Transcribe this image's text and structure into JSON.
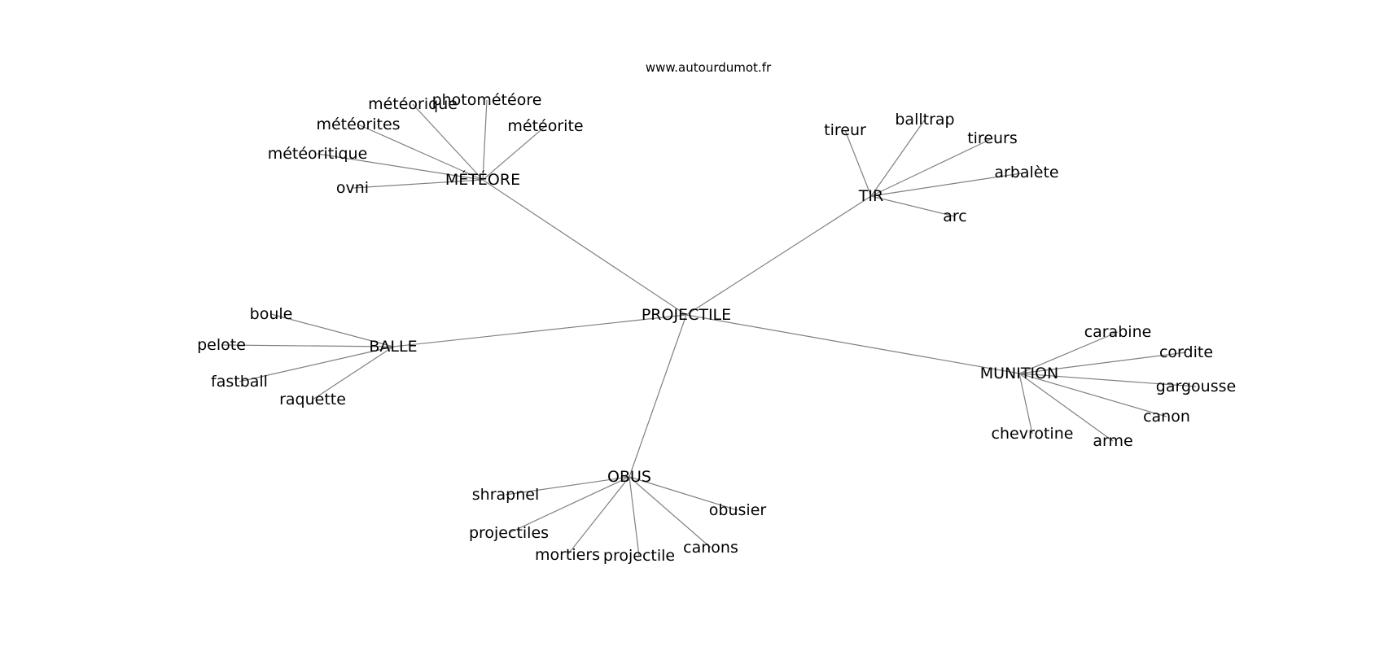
{
  "site": "www.autourdumot.fr",
  "graph": {
    "center": "PROJECTILE",
    "clusters": [
      {
        "label": "MÉTÉORE",
        "leaves": [
          "photométéore",
          "météorique",
          "météorites",
          "météorite",
          "météoritique",
          "ovni"
        ]
      },
      {
        "label": "TIR",
        "leaves": [
          "tireur",
          "balltrap",
          "tireurs",
          "arbalète",
          "arc"
        ]
      },
      {
        "label": "BALLE",
        "leaves": [
          "boule",
          "pelote",
          "fastball",
          "raquette"
        ]
      },
      {
        "label": "MUNITION",
        "leaves": [
          "carabine",
          "cordite",
          "gargousse",
          "canon",
          "chevrotine",
          "arme"
        ]
      },
      {
        "label": "OBUS",
        "leaves": [
          "shrapnel",
          "obusier",
          "projectiles",
          "canons",
          "mortiers",
          "projectile"
        ]
      }
    ]
  }
}
